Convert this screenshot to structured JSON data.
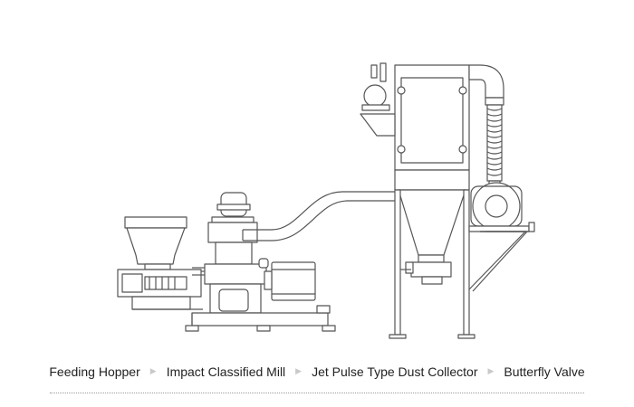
{
  "process_flow": {
    "steps": [
      {
        "label": "Feeding Hopper"
      },
      {
        "label": "Impact Classified Mill"
      },
      {
        "label": "Jet Pulse Type Dust Collector"
      },
      {
        "label": "Butterfly Valve"
      }
    ],
    "arrow_icon": "triangle-right-icon"
  },
  "colors": {
    "line": "#555555",
    "fill": "#ffffff",
    "arrow": "#c9c9c9"
  }
}
